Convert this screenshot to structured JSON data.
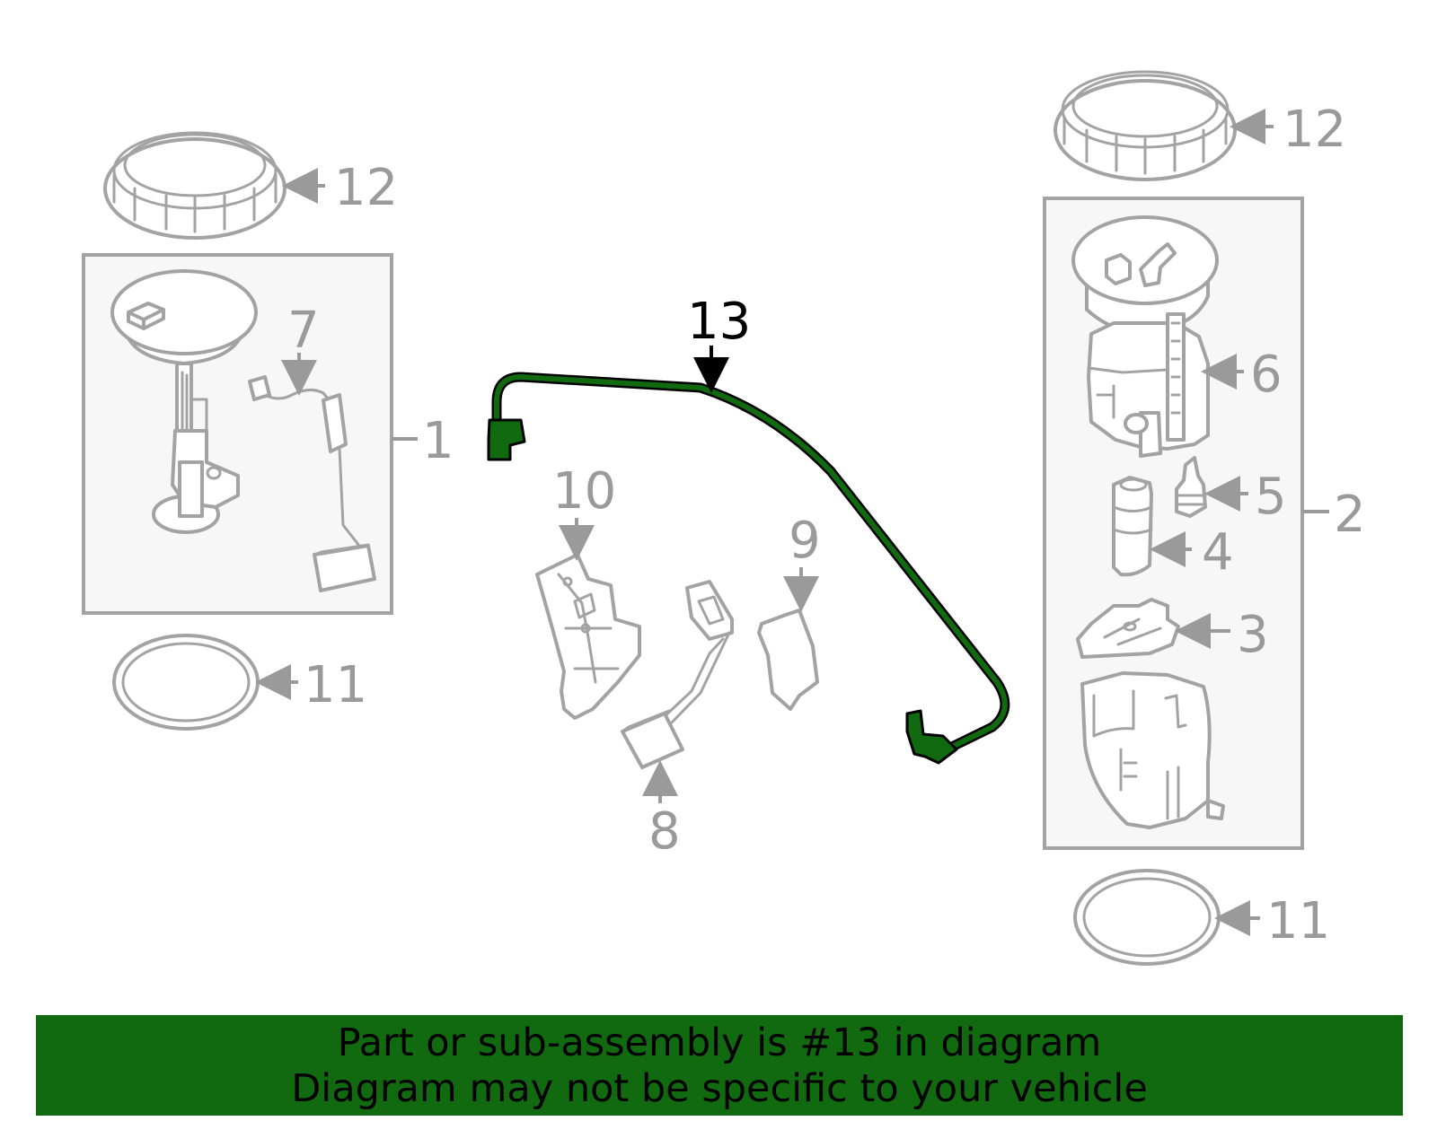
{
  "diagram": {
    "highlight_color": "#116a10",
    "callouts": {
      "c1": "1",
      "c2": "2",
      "c3": "3",
      "c4": "4",
      "c5": "5",
      "c6": "6",
      "c7": "7",
      "c8": "8",
      "c9": "9",
      "c10": "10",
      "c11_left": "11",
      "c11_right": "11",
      "c12_left": "12",
      "c12_right": "12",
      "c13": "13"
    }
  },
  "banner": {
    "line1": "Part or sub-assembly is #13 in diagram",
    "line2": "Diagram may not be specific to your vehicle",
    "background": "#116a10"
  }
}
